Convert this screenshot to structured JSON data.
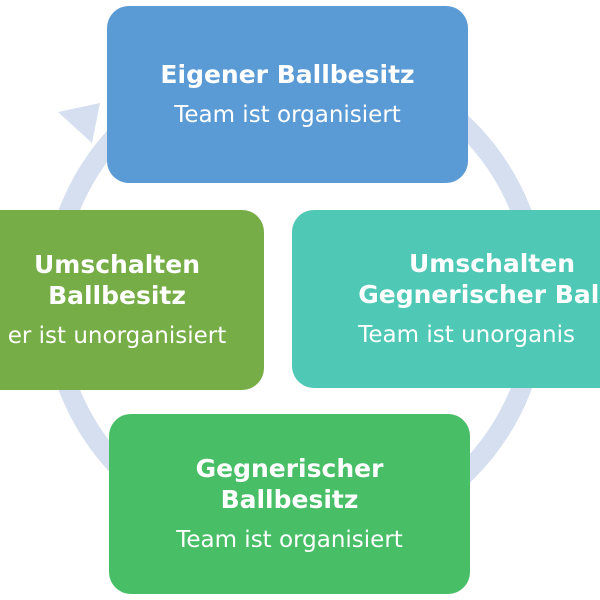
{
  "colors": {
    "cycle_arrow": "#d6dff0",
    "top_box": "#5b9bd5",
    "left_box": "#76ad47",
    "right_box": "#4fc9b5",
    "bottom_box": "#48be67",
    "text": "#ffffff"
  },
  "boxes": {
    "top": {
      "title": "Eigener Ballbesitz",
      "subtitle": "Team ist organisiert"
    },
    "right": {
      "title": "Umschalten\nGegnerischer Ballb",
      "subtitle": "Team ist unorganis"
    },
    "bottom": {
      "title": "Gegnerischer\nBallbesitz",
      "subtitle": "Team ist organisiert"
    },
    "left": {
      "title": "Umschalten\nBallbesitz",
      "subtitle": "er ist unorganisiert"
    }
  }
}
